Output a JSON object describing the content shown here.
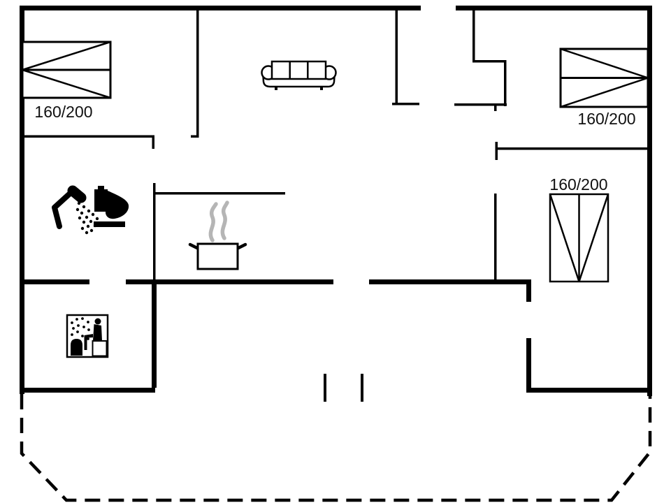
{
  "plan": {
    "background": "#ffffff",
    "line_color": "#000000",
    "steam_color": "#b5b5b5",
    "beds": [
      {
        "name": "double-bed-top-left",
        "label": "160/200"
      },
      {
        "name": "double-bed-top-right",
        "label": "160/200"
      },
      {
        "name": "double-bed-right",
        "label": "160/200"
      }
    ],
    "icons": [
      "sofa-icon",
      "shower-icon",
      "toilet-icon",
      "cooking-pot-icon",
      "sauna-icon"
    ],
    "terrace_outline_style": "dashed"
  }
}
